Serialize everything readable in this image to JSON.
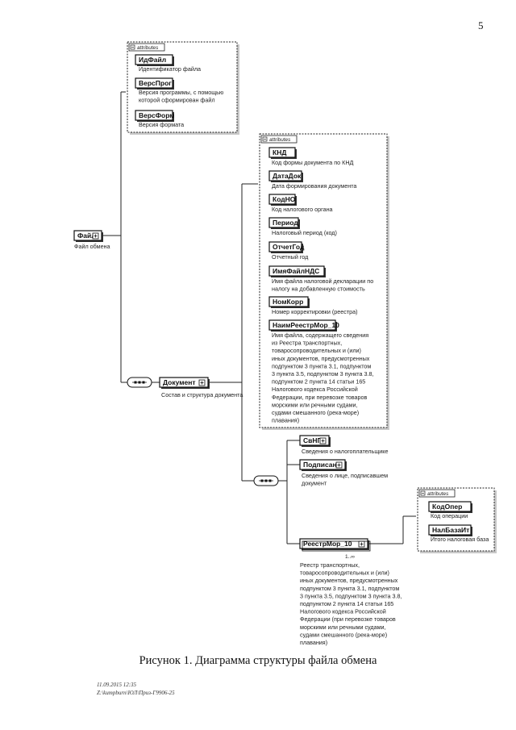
{
  "page_number": "5",
  "caption": "Рисунок 1. Диаграмма структуры файла обмена",
  "footer": [
    "11.09.2015 12:35",
    "Z:\\kumpburn\\ЮЛ\\Приз-Г9906-25"
  ],
  "attributes_tab": "attributes",
  "root": {
    "name": "Файл",
    "desc": "Файл обмена"
  },
  "file_attributes": [
    {
      "name": "ИдФайл",
      "desc": [
        "Идентификатор файла"
      ]
    },
    {
      "name": "ВерсПрог",
      "desc": [
        "Версия программы, с помощью",
        "которой сформирован файл"
      ]
    },
    {
      "name": "ВерсФорм",
      "desc": [
        "Версия формата"
      ]
    }
  ],
  "document": {
    "name": "Документ",
    "desc": "Состав и структура документа"
  },
  "document_attributes": [
    {
      "name": "КНД",
      "desc": [
        "Код формы документа по КНД"
      ]
    },
    {
      "name": "ДатаДок",
      "desc": [
        "Дата формирования документа"
      ]
    },
    {
      "name": "КодНО",
      "desc": [
        "Код налогового органа"
      ]
    },
    {
      "name": "Период",
      "desc": [
        "Налоговый период (код)"
      ]
    },
    {
      "name": "ОтчетГод",
      "desc": [
        "Отчетный год"
      ]
    },
    {
      "name": "ИмяФайлНДС",
      "desc": [
        "Имя файла налоговой декларации по",
        "налогу на добавленную стоимость"
      ]
    },
    {
      "name": "НомКорр",
      "desc": [
        "Номер корректировки (реестра)"
      ]
    },
    {
      "name": "НаимРеестрМор_10",
      "desc": [
        "Имя файла, содержащего сведения",
        "из Реестра транспортных,",
        "товаросопроводительных и (или)",
        "иных документов, предусмотренных",
        "подпунктом 3 пункта 3.1, подпунктом",
        "3 пункта 3.5, подпунктом 3 пункта 3.8,",
        "подпунктом 2 пункта 14 статьи 165",
        "Налогового кодекса Российской",
        "Федерации, при перевозке товаров",
        "морскими или речными судами,",
        "судами смешанного (река-море)",
        "плавания)"
      ]
    }
  ],
  "document_children": [
    {
      "name": "СвНП",
      "desc": [
        "Сведения о налогоплательщике"
      ]
    },
    {
      "name": "Подписант",
      "desc": [
        "Сведения о лице, подписавшем",
        "документ"
      ]
    }
  ],
  "registry": {
    "name": "РеестрМор_10",
    "occurs": "1..∞",
    "desc": [
      "Реестр транспортных,",
      "товаросопроводительных и (или)",
      "иных документов, предусмотренных",
      "подпунктом 3 пункта 3.1, подпунктом",
      "3 пункта 3.5, подпунктом 3 пункта 3.8,",
      "подпунктом 2 пункта 14 статьи 165",
      "Налогового кодекса Российской",
      "Федерации (при перевозке товаров",
      "морскими или речными судами,",
      "судами смешанного (река-море)",
      "плавания)"
    ]
  },
  "registry_attributes": [
    {
      "name": "КодОпер",
      "desc": [
        "Код операции"
      ]
    },
    {
      "name": "НалБазаИт",
      "desc": [
        "Итого налоговая база"
      ]
    }
  ]
}
